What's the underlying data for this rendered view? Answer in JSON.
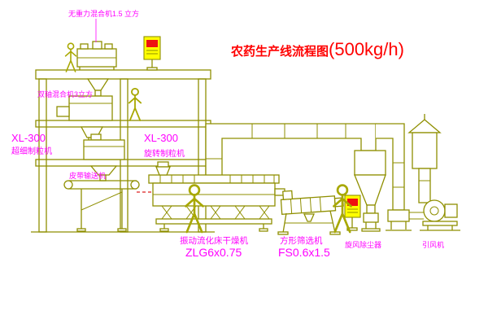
{
  "title": {
    "main": "农药生产线流程图",
    "capacity": "(500kg/h)"
  },
  "labels": {
    "gravity_mixer": "无重力混合机1.5 立方",
    "twin_shaft_mixer": "双轴混合机3立方",
    "granulator_left_model": "XL-300",
    "granulator_left_name": "超细制粒机",
    "granulator_mid_model": "XL-300",
    "granulator_mid_name": "旋转制粒机",
    "belt_conveyor": "皮带输送机",
    "dryer_name": "振动流化床干燥机",
    "dryer_model": "ZLG6x0.75",
    "sieve_name": "方形筛选机",
    "sieve_model": "FS0.6x1.5",
    "cyclone": "旋风除尘器",
    "fan": "引风机"
  },
  "colors": {
    "line": "#8f8f00",
    "label": "#ff00ff",
    "title": "#ff0000",
    "panel_fill": "#ffff00",
    "panel_accent": "#ee1111"
  }
}
